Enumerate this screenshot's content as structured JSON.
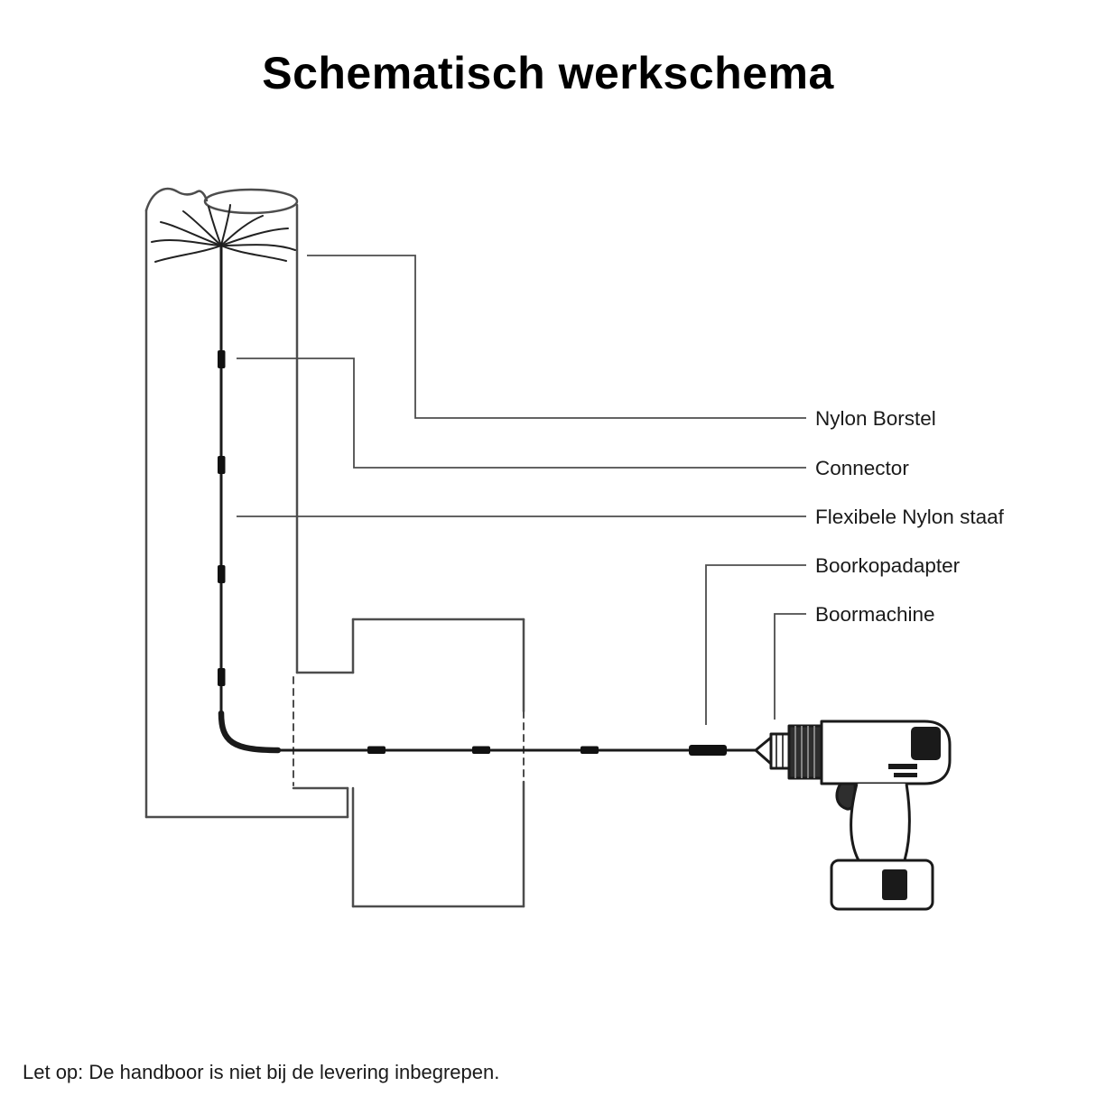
{
  "page": {
    "title": "Schematisch werkschema",
    "footnote": "Let op: De handboor is niet bij de levering inbegrepen."
  },
  "diagram": {
    "labels": [
      {
        "id": "nylon-borstel",
        "text": "Nylon Borstel"
      },
      {
        "id": "connector",
        "text": "Connector"
      },
      {
        "id": "flexibele-nylon-staaf",
        "text": "Flexibele Nylon staaf"
      },
      {
        "id": "boorkopadapter",
        "text": "Boorkopadapter"
      },
      {
        "id": "boormachine",
        "text": "Boormachine"
      }
    ],
    "colors": {
      "outline_gray": "#4d4d4d",
      "ink_black": "#1a1a1a",
      "background": "#ffffff"
    }
  }
}
